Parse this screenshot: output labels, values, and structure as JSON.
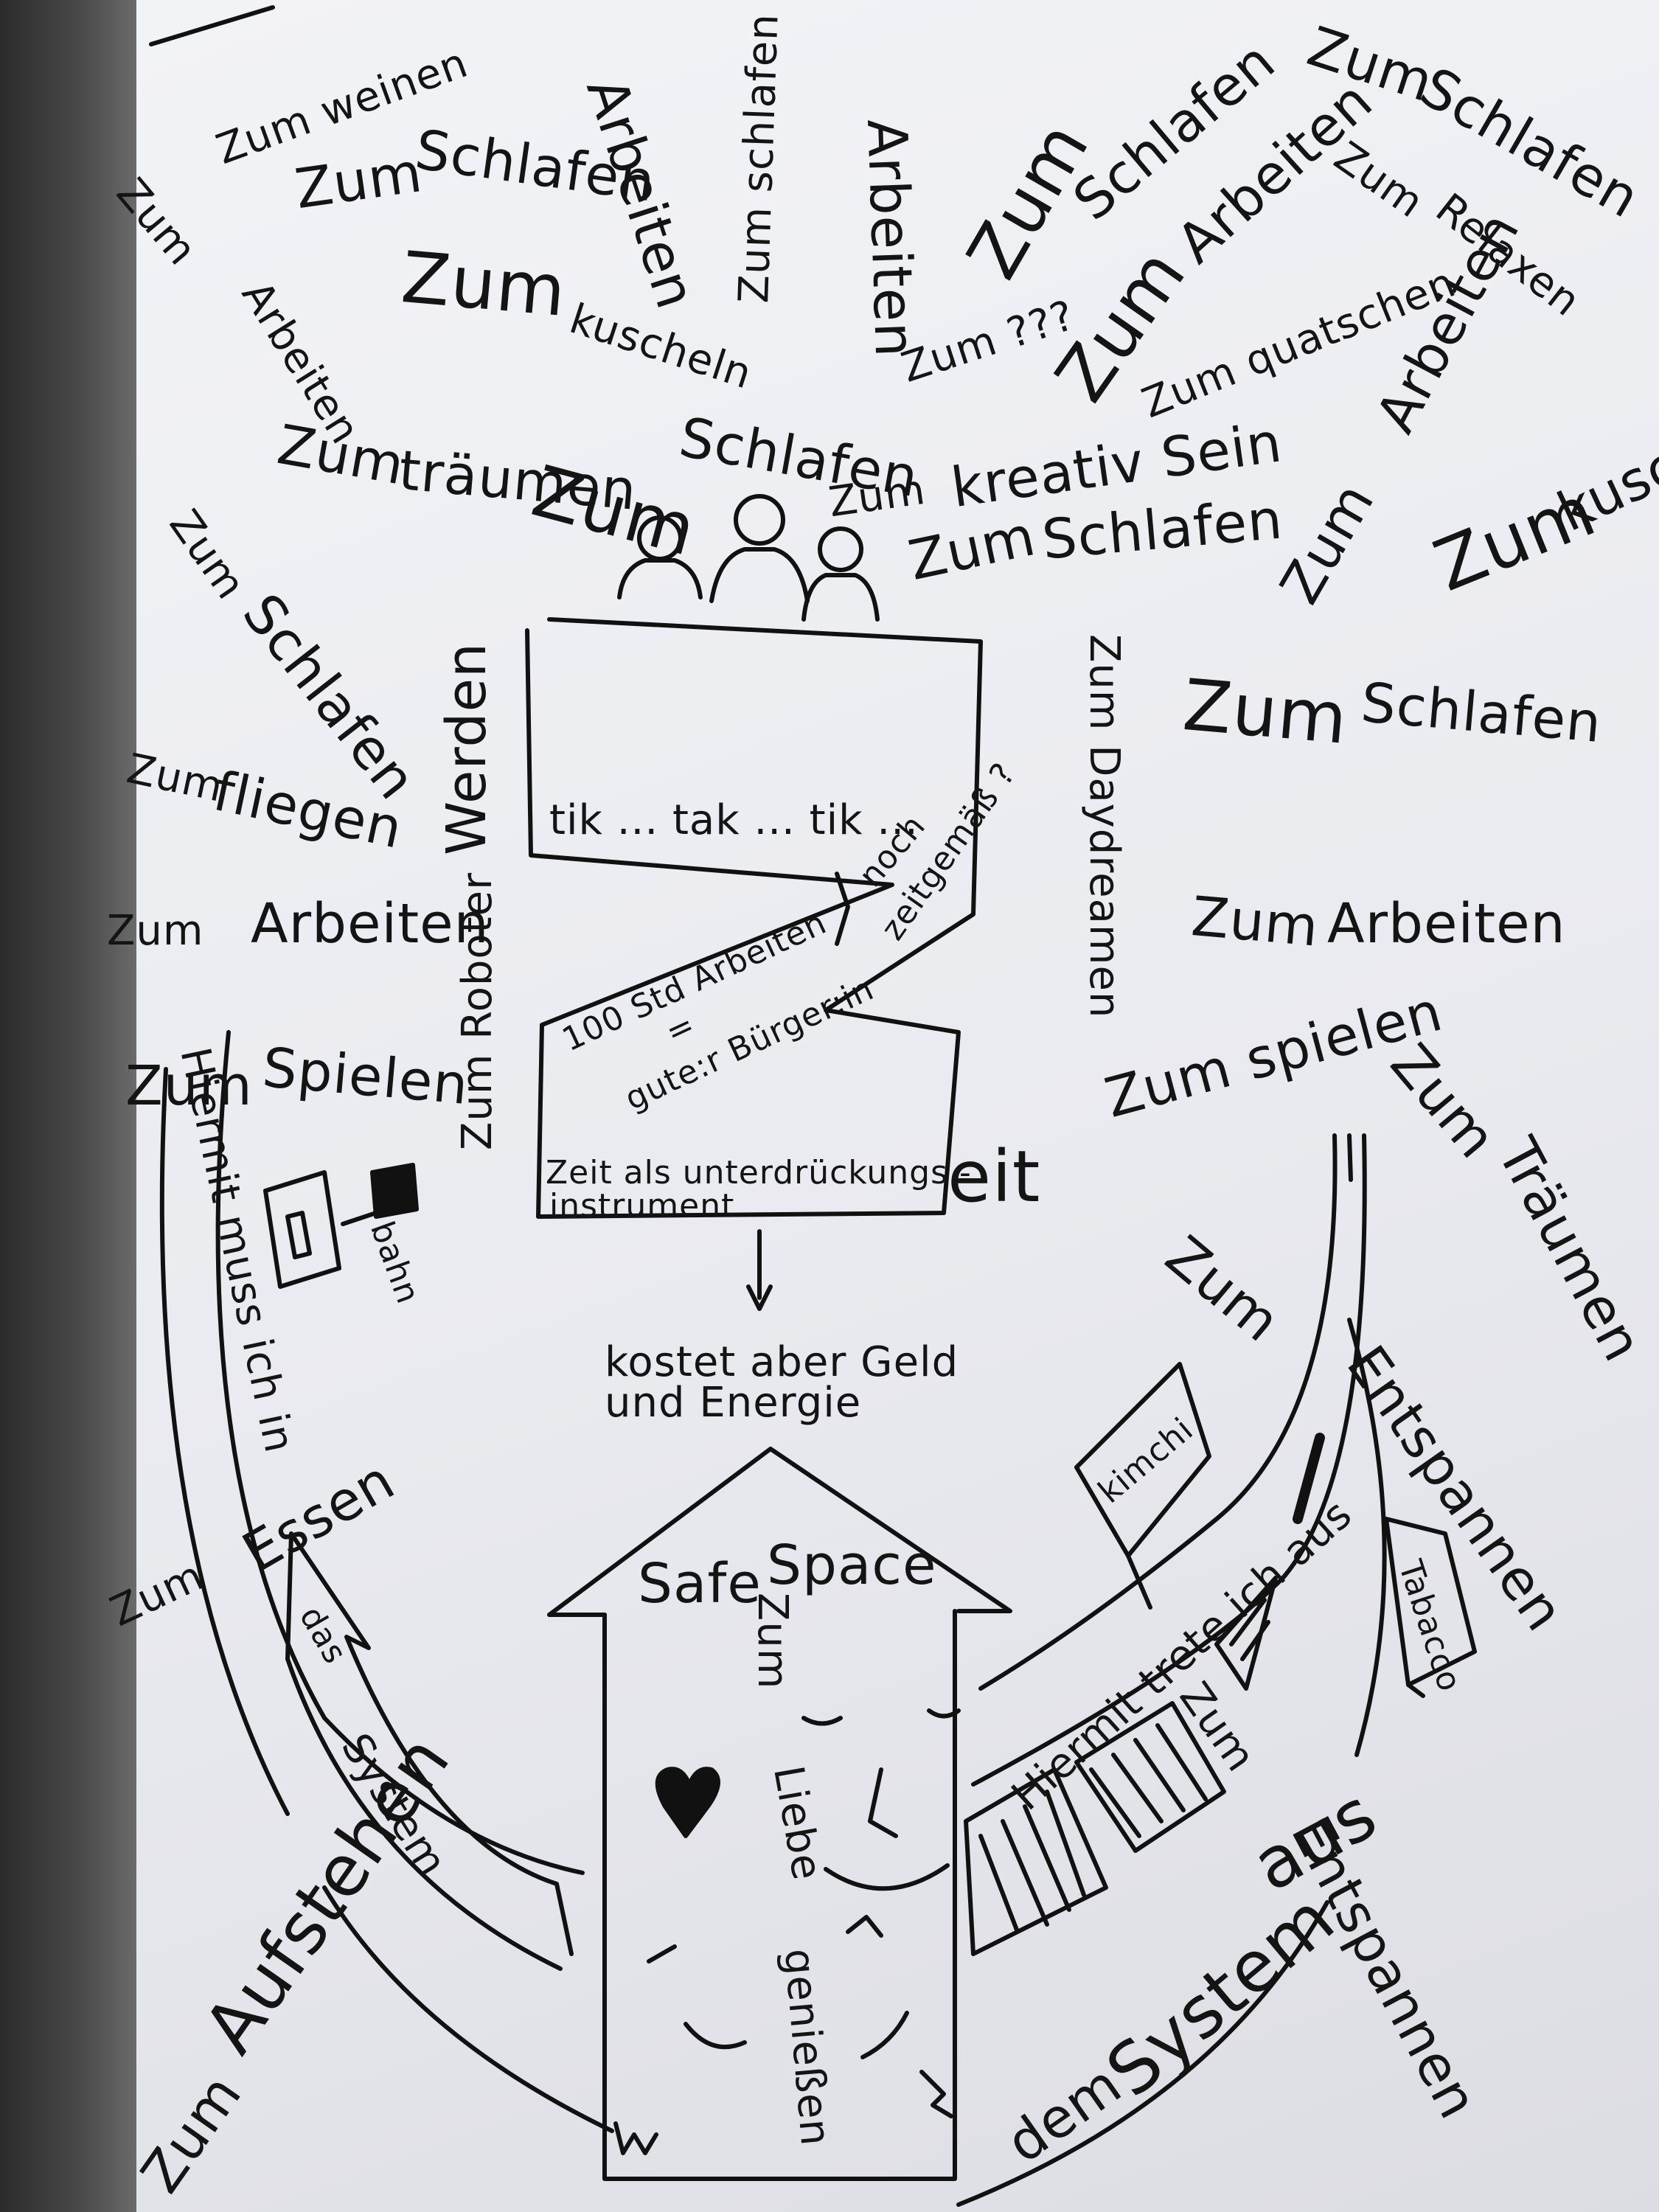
{
  "words": {
    "w01": "Zum weinen",
    "w02": "Zum",
    "w03": "Zum",
    "w04": "Schlafen",
    "w05": "Arbeiten",
    "w06": "Zum schlafen",
    "w07": "Arbeiten",
    "w08": "Zum",
    "w09": "Schlafen",
    "w10": "Zum",
    "w11": "Schlafen",
    "w12": "Arbeiten",
    "w13": "Zum",
    "w14": "Relaxen",
    "w15": "Zum",
    "w16": "kuscheln",
    "w17": "Arbeiten",
    "w18": "Zum ???",
    "w19": "Zum",
    "w20": "Zum quatschen",
    "w21": "Arbeiten",
    "w22": "Zum",
    "w23": "träumen",
    "w24": "Zum",
    "w25": "Schlafen",
    "w26": "Zum",
    "w27": "kreativ Sein",
    "w28": "Zum",
    "w29": "Schlafen",
    "w30": "Zum",
    "w31": "Zum",
    "w32": "kuscheln",
    "w33": "Zum",
    "w34": "Schlafen",
    "w35": "Zum",
    "w36": "fliegen",
    "w37": "Werden",
    "w38": "Zum Daydreamen",
    "w39": "Zum",
    "w40": "Schlafen",
    "w41": "Zum",
    "w42": "Arbeiten",
    "w43": "Zum",
    "w44": "Arbeiten",
    "w45": "Zum Roboter",
    "w46": "Zum",
    "w47": "Spielen",
    "w48": "Zum spielen",
    "w49": "Zum",
    "w50": "Träumen",
    "w51": "Hiermit muss ich in",
    "w52": "Essen",
    "w53": "bahn",
    "w54": "Zum",
    "w55": "Entspannen",
    "w56": "Zum",
    "w57": "das",
    "w58": "System",
    "w59": "Aufstehen",
    "w60": "Zum",
    "w61": "Hiermit trete ich aus",
    "w62": "Zum",
    "w63": "aus",
    "w64": "Entspannen",
    "w65": "dem",
    "w66": "System",
    "w67": "kimchi",
    "w68": "Tabacco",
    "z_tik": "tik ... tak ... tik ...",
    "z_noch": "noch",
    "z_zeitgemaess": "zeitgemäß ?",
    "z_100": "100 Std Arbeiten",
    "z_eq": "=",
    "z_buerger": "gute:r Bürger:in",
    "z_zeit1": "Zeit als unterdrückungs -",
    "z_zeit2": "instrument",
    "z_eit": "eit",
    "kostet1": "kostet aber Geld",
    "kostet2": "und Energie",
    "house_safe": "Safe",
    "house_space": "Space",
    "house_zum": "Zum",
    "house_liebe": "Liebe",
    "house_geniessen": "genießen"
  }
}
